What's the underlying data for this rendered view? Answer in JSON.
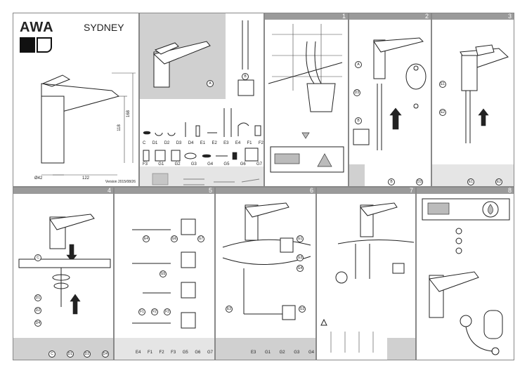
{
  "brand": "AWA",
  "model": "SYDNEY",
  "version": "Version 2015/08/26",
  "dimensions": {
    "d1": "Ø42",
    "d2": "122",
    "d3": "118",
    "d4": "168"
  },
  "panels": [
    {
      "num": "1"
    },
    {
      "num": "2"
    },
    {
      "num": "3"
    },
    {
      "num": "4"
    },
    {
      "num": "5"
    },
    {
      "num": "6"
    },
    {
      "num": "7"
    },
    {
      "num": "8"
    }
  ],
  "parts_panel": {
    "labels_row1": [
      "C",
      "D1",
      "D2",
      "D3",
      "D4",
      "E1",
      "E2",
      "E3",
      "E4",
      "F1",
      "F2"
    ],
    "labels_row2": [
      "F3",
      "G1",
      "G2",
      "G3",
      "G4",
      "G5",
      "G6",
      "G7"
    ],
    "label_a": "A",
    "label_b": "B"
  },
  "panel2_labels": {
    "a": "A",
    "d3": "D3",
    "b": "B",
    "bottom1": "B",
    "bottom2": "D3"
  },
  "panel3_labels": {
    "e1": "E1",
    "e2": "E2",
    "bottom1": "E1",
    "bottom2": "E2"
  },
  "panel4_labels": {
    "c": "C",
    "d1": "D1",
    "d2": "D2",
    "d4": "D4",
    "bottom": [
      "C",
      "D1",
      "D2",
      "D4"
    ]
  },
  "panel5_labels": {
    "e4": "E4",
    "g6": "G6",
    "g7": "G7",
    "g5": "G5",
    "f1": "F1",
    "f2": "F2",
    "f3": "F3",
    "bottom": [
      "E4",
      "F1",
      "F2",
      "F3",
      "G5",
      "G6",
      "G7"
    ]
  },
  "panel6_labels": {
    "g1": "G1",
    "g3": "G3",
    "g4": "G4",
    "e3": "E3",
    "g3b": "G3",
    "bottom": [
      "E3",
      "G1",
      "G2",
      "G3",
      "G4"
    ]
  },
  "colors": {
    "header_gray": "#9a9a9a",
    "panel_gray": "#d0d0d0",
    "stroke": "#222222"
  }
}
